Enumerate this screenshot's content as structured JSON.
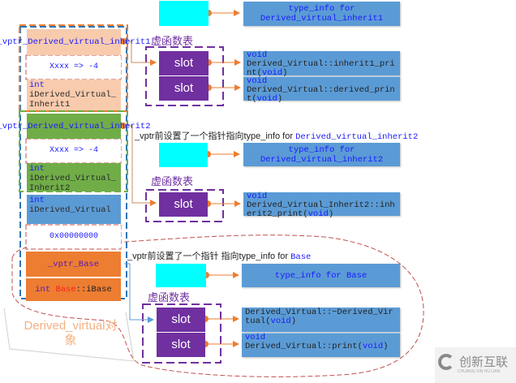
{
  "object_label": "Derived_virtual对象",
  "memory_layout": {
    "inherit1": {
      "vptr": "_vptr_Derived_virtual_inherit1",
      "offset": "Xxxx => -4",
      "member_type": "int",
      "member_name": "iDerived_Virtual_Inherit1"
    },
    "inherit2": {
      "vptr": "_vptr_Derived_virtual_inherit2",
      "offset": "Xxxx => -4",
      "member_type": "int",
      "member_name": "iDerived_Virtual_Inherit2"
    },
    "derived": {
      "member_type": "int",
      "member_name": "iDerived_Virtual",
      "padding": "0x00000000"
    },
    "base": {
      "vptr": "_vptr_Base",
      "member_type": "int",
      "member_scope": "Base",
      "member_name": "::iBase"
    }
  },
  "vtable_label": "虚函数表",
  "slot_label": "slot",
  "vtables": [
    {
      "type_info": "type_info for Derived_virtual_inherit1",
      "slots": [
        {
          "ret": "void",
          "name": "Derived_Virtual::inherit1_print",
          "args_open": "(",
          "arg": "void",
          "args_close": ")"
        },
        {
          "ret": "void",
          "name": "Derived_Virtual::derived_print",
          "args_open": "(",
          "arg": "void",
          "args_close": ")"
        }
      ]
    },
    {
      "note_prefix": "_vptr前设置了一个指针指向type_info for ",
      "note_class": "Derived_virtual_inherit2",
      "type_info": "type_info for Derived_virtual_inherit2",
      "slots": [
        {
          "ret": "void",
          "name": "Derived_Virtual_Inherit2::inherit2_print",
          "args_open": "(",
          "arg": "void",
          "args_close": ")"
        }
      ]
    },
    {
      "note_prefix": "_vptr前设置了一个指针 指向type_info for ",
      "note_class": "Base",
      "type_info": "type_info for Base",
      "slots": [
        {
          "ret": "",
          "name": "Derived_Virtual::~Derived_Virtual",
          "args_open": "(",
          "arg": "void",
          "args_close": ")"
        },
        {
          "ret": "void",
          "name": "Derived_Virtual::print",
          "args_open": "(",
          "arg": "void",
          "args_close": ")"
        }
      ]
    }
  ],
  "watermark": {
    "text": "创新互联",
    "subtext": "CHUANG XIN HU LIAN"
  },
  "colors": {
    "peach": "#f8cbad",
    "green": "#70ad47",
    "blue": "#5b9bd5",
    "orange": "#ed7d31",
    "purple": "#7030a0",
    "cyan": "#00ffff",
    "keyword": "#1a1aff"
  }
}
